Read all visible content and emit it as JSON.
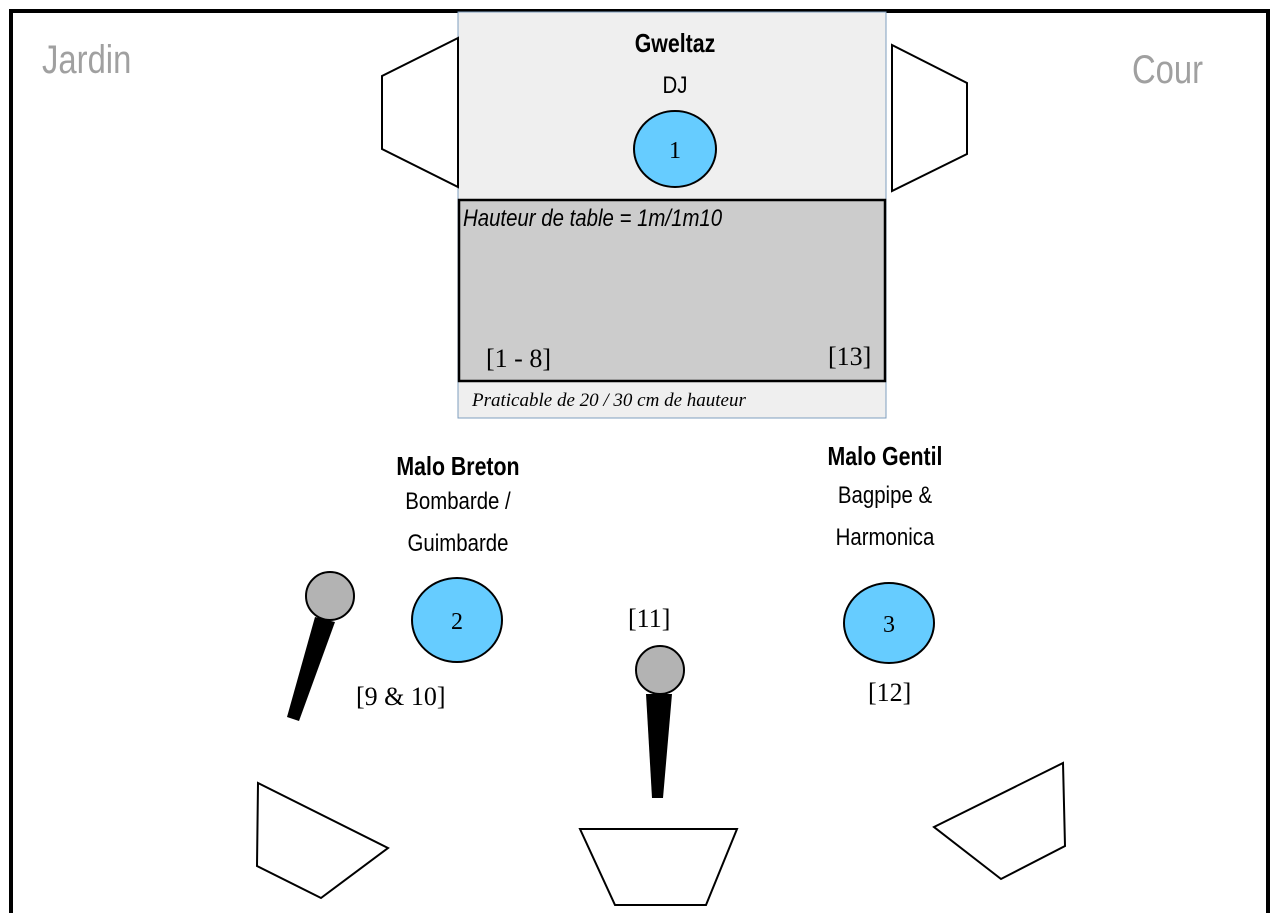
{
  "stage": {
    "left_label": "Jardin",
    "right_label": "Cour"
  },
  "riser": {
    "note": "Praticable de 20 / 30 cm de hauteur"
  },
  "table": {
    "note": "Hauteur de table = 1m/1m10",
    "left_channels": "[1 - 8]",
    "right_channels": "[13]"
  },
  "performers": [
    {
      "number": "1",
      "name": "Gweltaz",
      "role": "DJ"
    },
    {
      "number": "2",
      "name": "Malo Breton",
      "role_line1": "Bombarde /",
      "role_line2": "Guimbarde",
      "channels": "[9 & 10]"
    },
    {
      "number": "3",
      "name": "Malo Gentil",
      "role_line1": "Bagpipe &",
      "role_line2": "Harmonica",
      "channels": "[12]"
    }
  ],
  "center_mic": {
    "channels": "[11]"
  },
  "colors": {
    "performer_fill": "#66ccff",
    "mic_head": "#b3b3b3",
    "riser_fill": "#efefef",
    "table_fill": "#cccccc",
    "side_label": "#a0a0a0"
  }
}
